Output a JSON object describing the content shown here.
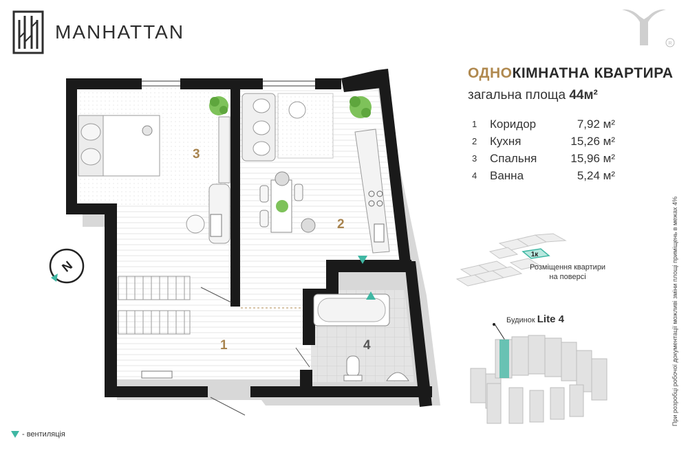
{
  "brand": {
    "name": "MANHATTAN"
  },
  "title": {
    "accent": "ОДНО",
    "rest": "КІМНАТНА КВАРТИРА"
  },
  "area": {
    "label": "загальна площа",
    "value": "44м²"
  },
  "rooms": [
    {
      "num": "1",
      "name": "Коридор",
      "size": "7,92 м²"
    },
    {
      "num": "2",
      "name": "Кухня",
      "size": "15,26 м²"
    },
    {
      "num": "3",
      "name": "Спальня",
      "size": "15,96 м²"
    },
    {
      "num": "4",
      "name": "Ванна",
      "size": "5,24 м²"
    }
  ],
  "plan_labels": {
    "r1": "1",
    "r2": "2",
    "r3": "3",
    "r4": "4"
  },
  "floor": {
    "badge": "1к",
    "caption_line1": "Розміщення квартири",
    "caption_line2": "на поверсі"
  },
  "building": {
    "label": "Будинок",
    "name": "Lite 4"
  },
  "legend": {
    "text": "- вентиляція"
  },
  "side_note": "При розробці робочої документації можливі зміни площі приміщень в межах 4%",
  "compass": {
    "letter": "N"
  },
  "colors": {
    "accent": "#b0894f",
    "teal": "#3fb7a3",
    "wall": "#1a1a1a"
  }
}
